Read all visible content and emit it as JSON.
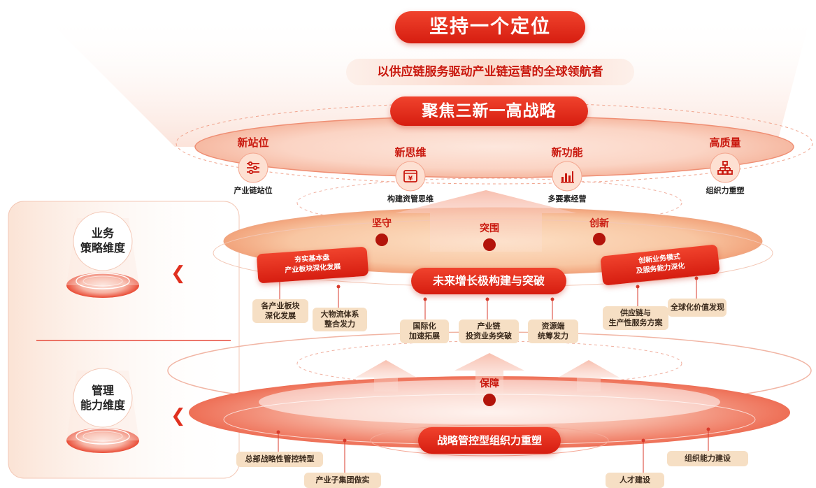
{
  "title": "坚持一个定位",
  "positioning": "以供应链服务驱动产业链运营的全球领航者",
  "strategy": "聚焦三新一高战略",
  "pillars": [
    {
      "head": "新站位",
      "icon": "sliders-icon",
      "sub": "产业链站位"
    },
    {
      "head": "新思维",
      "icon": "yuan-calendar-icon",
      "sub": "构建资管思维"
    },
    {
      "head": "新功能",
      "icon": "bar-chart-icon",
      "sub": "多要素经营"
    },
    {
      "head": "高质量",
      "icon": "org-chart-icon",
      "sub": "组织力重塑"
    }
  ],
  "actions": [
    "坚守",
    "突围",
    "创新"
  ],
  "guarantee": "保障",
  "business_dimension": {
    "line1": "业务",
    "line2": "策略维度"
  },
  "management_dimension": {
    "line1": "管理",
    "line2": "能力维度"
  },
  "left_banner": {
    "line1": "夯实基本盘",
    "line2": "产业板块深化发展"
  },
  "center_banner": "未来增长极构建与突破",
  "right_banner": {
    "line1": "创新业务模式",
    "line2": "及服务能力深化"
  },
  "business_tags": [
    {
      "line1": "各产业板块",
      "line2": "深化发展"
    },
    {
      "line1": "大物流体系",
      "line2": "整合发力"
    },
    {
      "line1": "国际化",
      "line2": "加速拓展"
    },
    {
      "line1": "产业链",
      "line2": "投资业务突破"
    },
    {
      "line1": "资源端",
      "line2": "统筹发力"
    },
    {
      "line1": "供应链与",
      "line2": "生产性服务方案"
    },
    {
      "line1": "全球化价值发现",
      "line2": ""
    }
  ],
  "management_banner": "战略管控型组织力重塑",
  "management_tags": [
    "总部战略性管控转型",
    "产业子集团做实",
    "人才建设",
    "组织能力建设"
  ],
  "colors": {
    "accent": "#e0301f",
    "tag": "#f6dfc4",
    "dark_red": "#b3140b"
  }
}
